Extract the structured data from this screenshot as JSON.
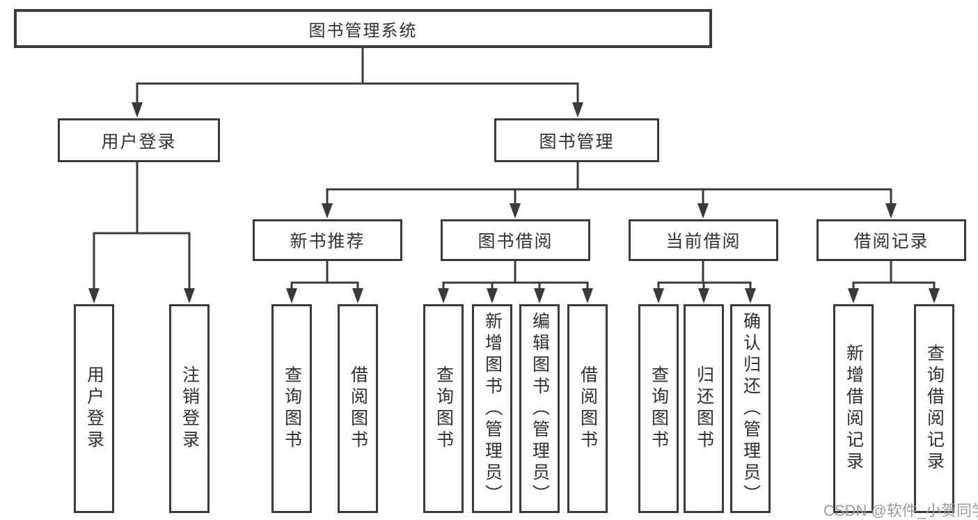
{
  "colors": {
    "line": "#3a3a3a",
    "text": "#2f2f2f",
    "watermark_gray": "#9b9b9b",
    "background": "#ffffff"
  },
  "tree": {
    "root": {
      "label": "图书管理系统"
    },
    "level2": [
      {
        "label": "用户登录"
      },
      {
        "label": "图书管理"
      }
    ],
    "level3": [
      {
        "label": "新书推荐"
      },
      {
        "label": "图书借阅"
      },
      {
        "label": "当前借阅"
      },
      {
        "label": "借阅记录"
      }
    ],
    "leaves": {
      "user_login": [
        {
          "label": "用户登录"
        },
        {
          "label": "注销登录"
        }
      ],
      "new_books": [
        {
          "label": "查询图书"
        },
        {
          "label": "借阅图书"
        }
      ],
      "borrowing": [
        {
          "label": "查询图书"
        },
        {
          "label": "新增图书（管理员）"
        },
        {
          "label": "编辑图书（管理员）"
        },
        {
          "label": "借阅图书"
        }
      ],
      "current": [
        {
          "label": "查询图书"
        },
        {
          "label": "归还图书"
        },
        {
          "label": "确认归还（管理员）"
        }
      ],
      "records": [
        {
          "label": "新增借阅记录"
        },
        {
          "label": "查询借阅记录"
        }
      ]
    }
  },
  "watermark": {
    "text": "CSDN @软件_小贺同学"
  }
}
